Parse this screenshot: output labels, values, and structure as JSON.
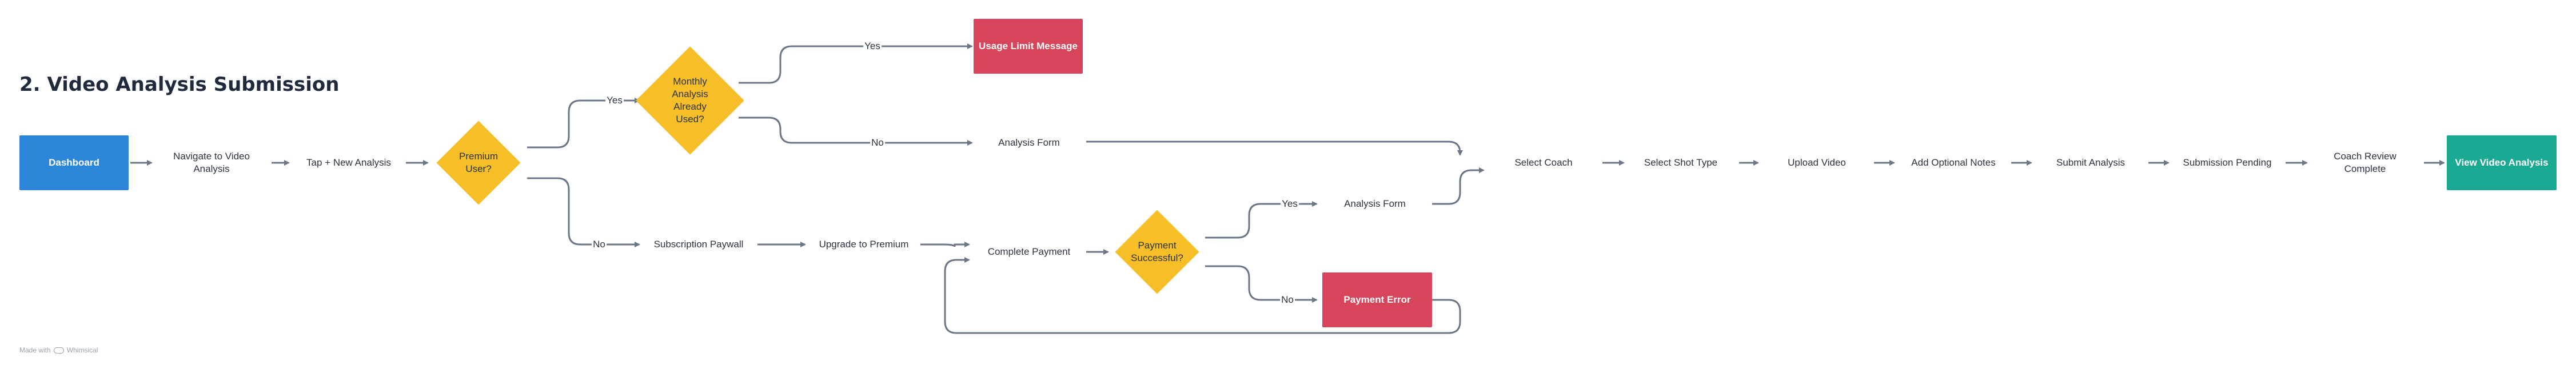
{
  "title": "2. Video Analysis Submission",
  "nodes": {
    "dashboard": "Dashboard",
    "navigate_video": "Navigate to Video Analysis",
    "tap_new_analysis": "Tap + New Analysis",
    "premium_user": "Premium User?",
    "monthly_used": "Monthly Analysis Already Used?",
    "usage_limit": "Usage Limit Message",
    "analysis_form_top": "Analysis Form",
    "subscription_paywall": "Subscription Paywall",
    "upgrade_premium": "Upgrade to Premium",
    "complete_payment": "Complete Payment",
    "payment_successful": "Payment Successful?",
    "analysis_form_mid": "Analysis Form",
    "payment_error": "Payment Error",
    "select_coach": "Select Coach",
    "select_shot_type": "Select Shot Type",
    "upload_video": "Upload Video",
    "add_notes": "Add Optional Notes",
    "submit_analysis": "Submit Analysis",
    "submission_pending": "Submission Pending",
    "coach_review": "Coach Review Complete",
    "view_analysis": "View Video Analysis"
  },
  "edge_labels": {
    "premium_yes": "Yes",
    "premium_no": "No",
    "monthly_yes": "Yes",
    "monthly_no": "No",
    "payment_yes": "Yes",
    "payment_no": "No"
  },
  "colors": {
    "blue": "#2c86da",
    "red": "#d6455a",
    "green": "#1aaa93",
    "yellow": "#f6be27",
    "line": "#6b7787"
  },
  "footer": {
    "made_with": "Made with",
    "brand": "Whimsical"
  }
}
